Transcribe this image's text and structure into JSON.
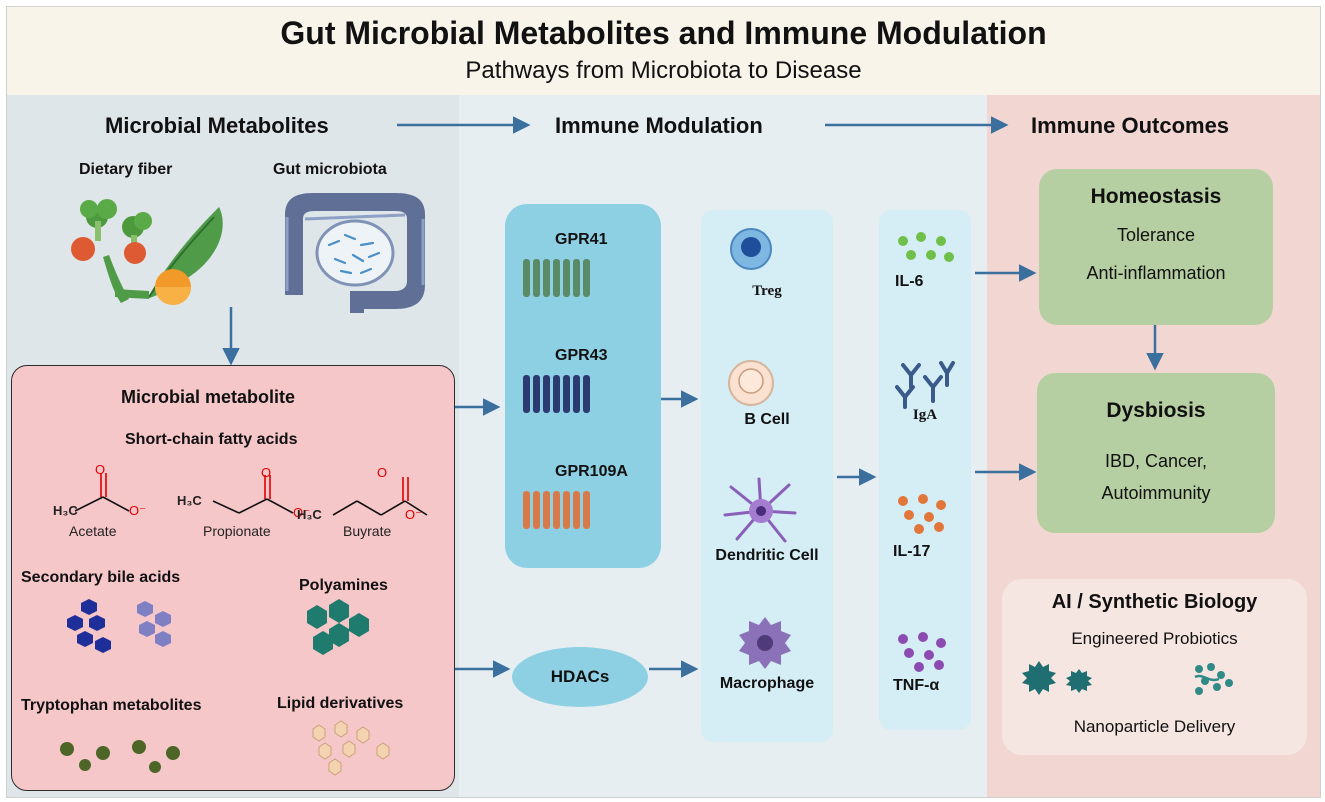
{
  "header": {
    "title": "Gut Microbial Metabolites and Immune Modulation",
    "subtitle": "Pathways from Microbiota to Disease"
  },
  "columns": {
    "left": "Microbial Metabolites",
    "middle": "Immune Modulation",
    "right": "Immune Outcomes"
  },
  "sources": {
    "fiber": "Dietary fiber",
    "microbiota": "Gut microbiota"
  },
  "metabolite_box": {
    "title": "Microbial metabolite",
    "scfa_title": "Short-chain fatty acids",
    "scfa": [
      "Acetate",
      "Propionate",
      "Buyrate"
    ],
    "methyl_label": "H₃C",
    "oxygen_label": "O",
    "oxygen_minus_label": "O⁻",
    "bile": "Secondary bile acids",
    "polyamines": "Polyamines",
    "tryptophan": "Tryptophan metabolites",
    "lipid": "Lipid derivatives"
  },
  "receptors": [
    "GPR41",
    "GPR43",
    "GPR109A"
  ],
  "hdac": "HDACs",
  "cells": [
    "Treg",
    "B Cell",
    "Dendritic Cell",
    "Macrophage"
  ],
  "cytokines": [
    "IL-6",
    "IgA",
    "IL-17",
    "TNF-α"
  ],
  "outcomes": {
    "homeostasis": {
      "title": "Homeostasis",
      "items": [
        "Tolerance",
        "Anti-inflammation"
      ]
    },
    "dysbiosis": {
      "title": "Dysbiosis",
      "items": [
        "IBD, Cancer,",
        "Autoimmunity"
      ]
    }
  },
  "ai": {
    "title": "AI / Synthetic Biology",
    "line1": "Engineered Probiotics",
    "line2": "Nanoparticle Delivery"
  },
  "colors": {
    "arrow": "#3a6f9e",
    "pink_box": "#f6c7c9",
    "receptor_panel": "#8ed0e3",
    "cell_panel": "#d5eef6",
    "outcome_green": "#b6cfa2",
    "gpr41": "#5a8a66",
    "gpr43": "#2c3a72",
    "gpr109a": "#d8794a"
  }
}
